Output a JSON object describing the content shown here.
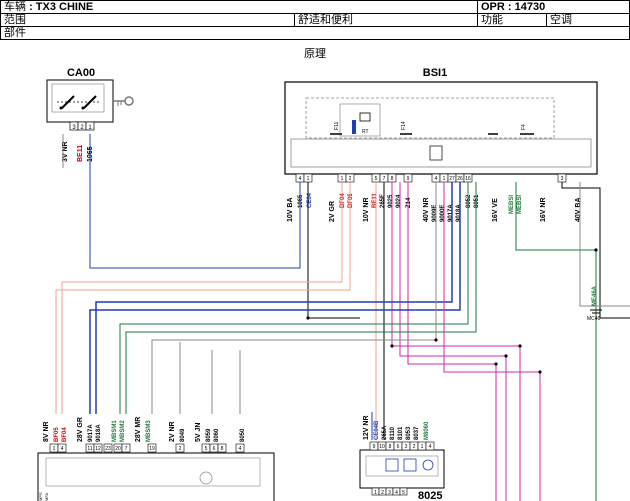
{
  "header": {
    "vehicle_label": "车辆",
    "vehicle_value": ": TX3 CHINE",
    "opr_label": "OPR",
    "opr_value": ": 14730",
    "scope_label": "范围",
    "scope_value": "舒适和便利",
    "function_label": "功能",
    "function_value": "空调",
    "part_label": "部件"
  },
  "section_title": "原理",
  "components": {
    "ca00": "CA00",
    "bsi1": "BSI1",
    "c8025": "8025"
  },
  "ca00_pins": [
    "3",
    "2",
    "1"
  ],
  "ca00_wires": [
    "3V NR",
    "BE11",
    "1065"
  ],
  "bsi_inner": [
    "F11",
    "RT",
    "F14",
    "F4"
  ],
  "bsi_pins": [
    "4",
    "1",
    "1",
    "2",
    "5",
    "7",
    "8",
    "9",
    "4",
    "1",
    "27",
    "26",
    "16",
    "3"
  ],
  "bsi_conn": [
    "10V BA",
    "2V GR",
    "10V NR",
    "40V NR",
    "16V VE",
    "16V NR",
    "40V BA"
  ],
  "bsi_wires": [
    "1065",
    "CE04",
    "BF04",
    "BF05",
    "BE11",
    "265F",
    "9025",
    "9024",
    "Z14",
    "9009E",
    "9000E",
    "9017A",
    "9018A",
    "8052",
    "8051",
    "MEBSI",
    "MEBSI"
  ],
  "ground_label": "ME46A",
  "ground_sub": "MC46",
  "lower_left": {
    "conn": [
      "8V NR",
      "28V GR",
      "28V MR",
      "2V NR",
      "5V JN"
    ],
    "pins": [
      "1",
      "4",
      "11",
      "12",
      "23",
      "20",
      "7",
      "19",
      "2",
      "5",
      "6",
      "8",
      "4"
    ],
    "wires": [
      "BF05",
      "BF04",
      "9017A",
      "9018A",
      "MBSM1",
      "MBSM2",
      "MBSM3",
      "8049",
      "8059",
      "8060",
      "8050"
    ]
  },
  "c8025_block": {
    "conn": "12V NR",
    "pins": [
      "9",
      "10",
      "8",
      "6",
      "3",
      "2",
      "1",
      "4"
    ],
    "wires": [
      "CE04B",
      "265A",
      "8110",
      "8101",
      "8053",
      "8037",
      "M8060"
    ],
    "bottom_pins": [
      "1",
      "2",
      "3",
      "4",
      "5"
    ]
  },
  "bottom_left_marks": [
    "MPS",
    "MFA"
  ]
}
